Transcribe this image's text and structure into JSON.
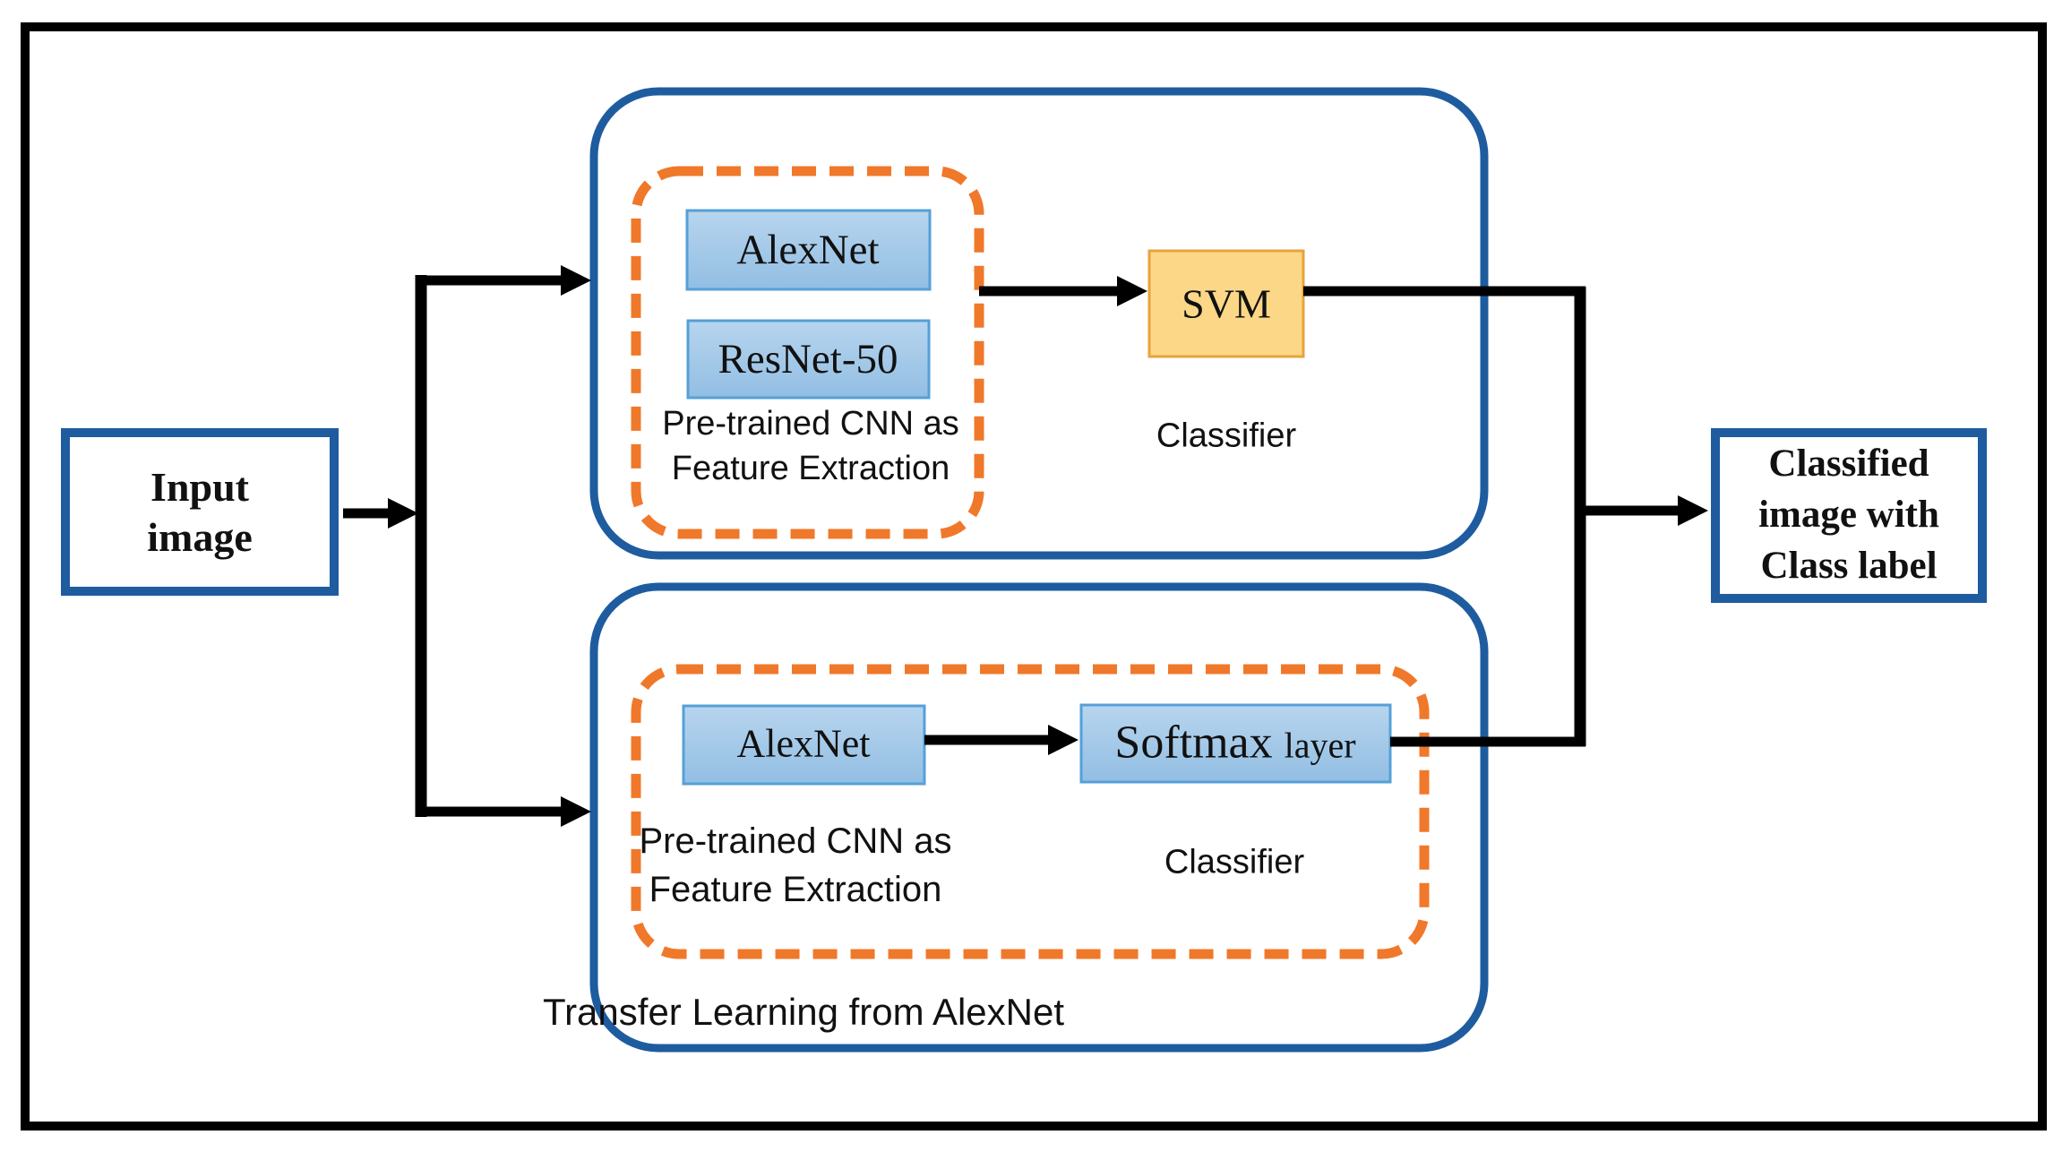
{
  "colors": {
    "container_blue": "#1E5C9F",
    "box_border_blue": "#55A0D8",
    "box_fill_light": "#B7D5EE",
    "box_fill_dark": "#92BEE3",
    "svm_fill": "#FCD787",
    "svm_border": "#E7A33C",
    "dashed_orange": "#F0782A",
    "arrow_black": "#000000"
  },
  "diagram": {
    "input_box": "Input\nimage",
    "output_box": "Classified\nimage with\nClass label",
    "top_branch": {
      "alexnet": "AlexNet",
      "resnet": "ResNet-50",
      "feature_label": "Pre-trained CNN as\nFeature Extraction",
      "svm": "SVM",
      "classifier_label": "Classifier"
    },
    "bottom_branch": {
      "alexnet": "AlexNet",
      "softmax_main": "Softmax",
      "softmax_sub": "layer",
      "feature_label": "Pre-trained CNN as\nFeature Extraction",
      "classifier_label": "Classifier",
      "container_label": "Transfer Learning from AlexNet"
    }
  }
}
